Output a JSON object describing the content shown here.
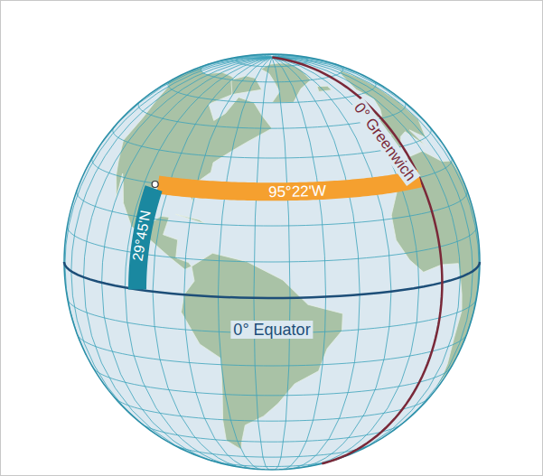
{
  "diagram": {
    "labels": [
      "95°22'W",
      "29°45'N",
      "0° Greenwich",
      "0° Equator"
    ]
  }
}
